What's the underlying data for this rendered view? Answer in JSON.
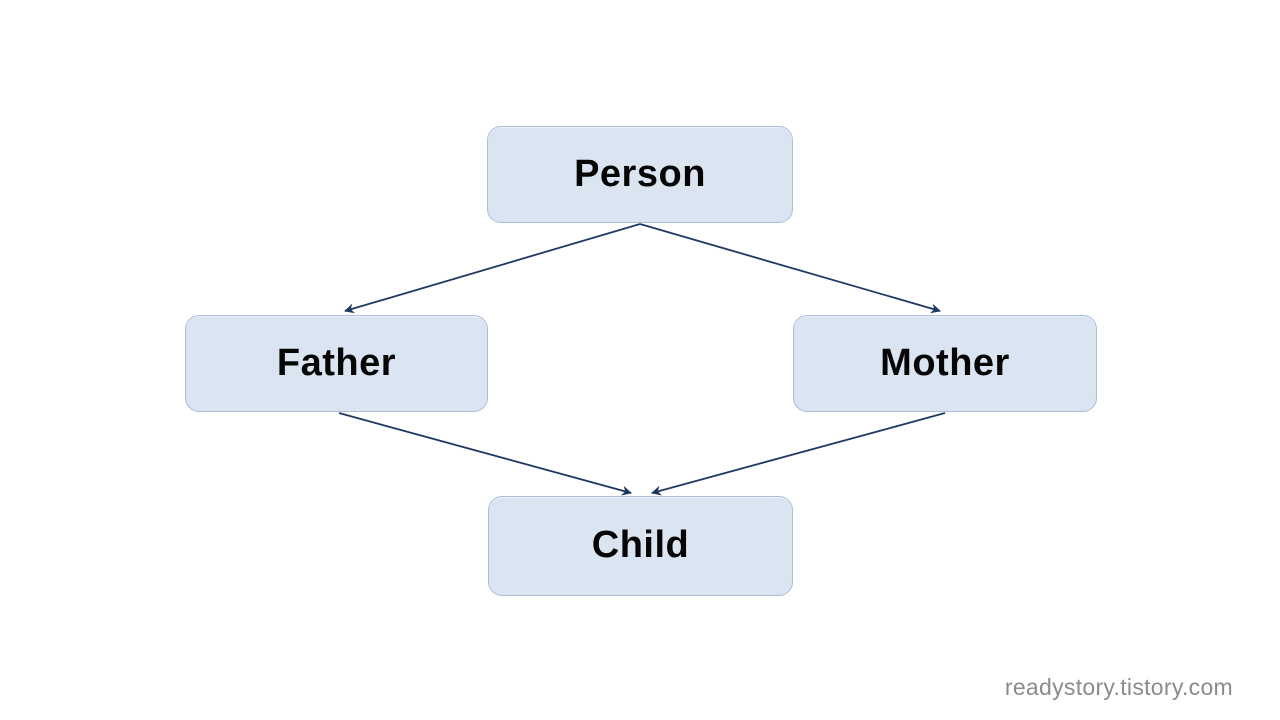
{
  "diagram": {
    "type": "inheritance-tree",
    "nodes": [
      {
        "id": "person",
        "label": "Person"
      },
      {
        "id": "father",
        "label": "Father"
      },
      {
        "id": "mother",
        "label": "Mother"
      },
      {
        "id": "child",
        "label": "Child"
      }
    ],
    "edges": [
      {
        "from": "person",
        "to": "father"
      },
      {
        "from": "person",
        "to": "mother"
      },
      {
        "from": "father",
        "to": "child"
      },
      {
        "from": "mother",
        "to": "child"
      }
    ],
    "colors": {
      "background": "#ffffff",
      "node_fill": "#dbe5f1",
      "node_border": "#a9bfdc",
      "arrow": "#1f3864",
      "label_text": "#060606",
      "watermark_text": "#8b8b8b"
    }
  },
  "watermark": {
    "text": "readystory.tistory.com"
  }
}
